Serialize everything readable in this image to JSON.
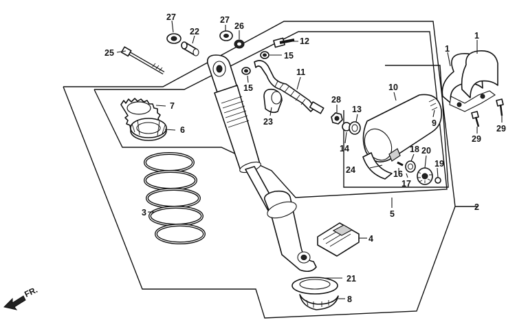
{
  "callouts": {
    "c1a": "1",
    "c1b": "1",
    "c2": "2",
    "c3": "3",
    "c4": "4",
    "c5": "5",
    "c6": "6",
    "c7": "7",
    "c8": "8",
    "c9": "9",
    "c10": "10",
    "c11": "11",
    "c12": "12",
    "c13": "13",
    "c14": "14",
    "c15a": "15",
    "c15b": "15",
    "c16": "16",
    "c17": "17",
    "c18": "18",
    "c19": "19",
    "c20": "20",
    "c21": "21",
    "c22": "22",
    "c23": "23",
    "c24": "24",
    "c25": "25",
    "c26": "26",
    "c27a": "27",
    "c27b": "27",
    "c28": "28",
    "c29a": "29",
    "c29b": "29"
  },
  "direction_label": "FR.",
  "colors": {
    "ink": "#111111",
    "paper": "#ffffff"
  }
}
